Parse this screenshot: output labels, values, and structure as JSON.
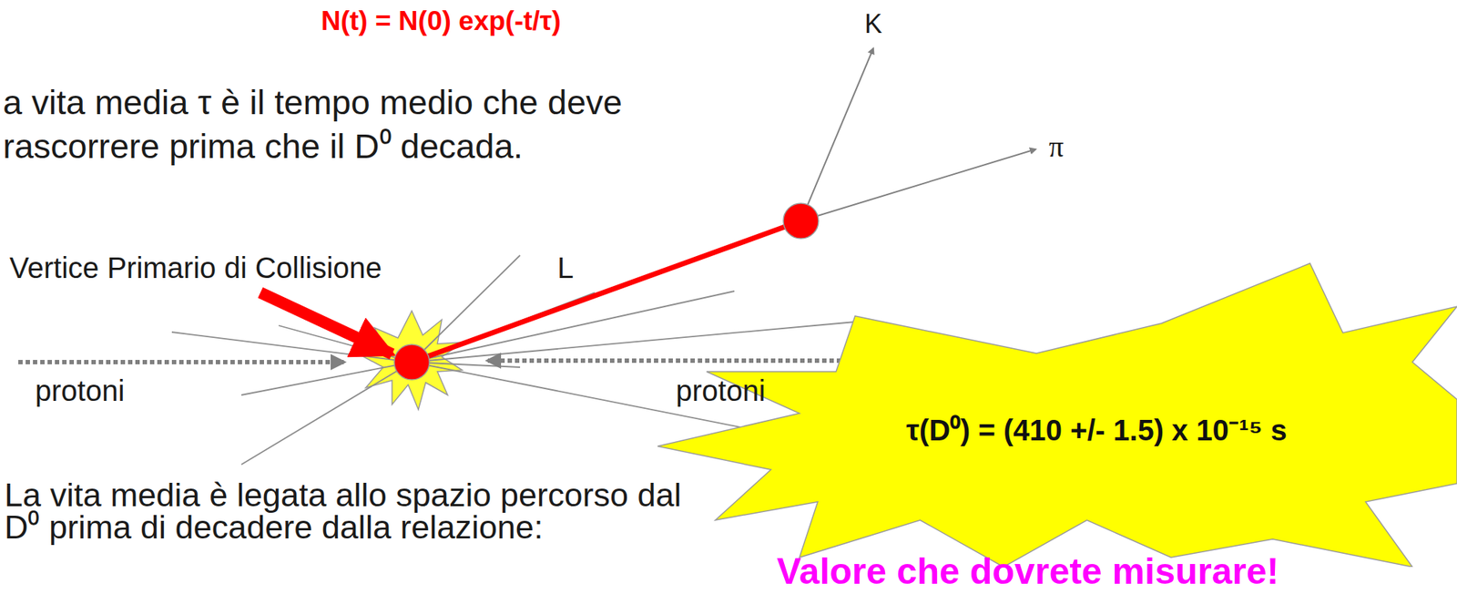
{
  "diagram": {
    "nodes": [
      {
        "text": [
          "τ(D⁰) = (410 +/- 1.5) x 10⁻¹⁵ s"
        ]
      }
    ],
    "labels": [
      "N(t) = N(0) exp(-t/τ)",
      "a vita media τ è il tempo medio che deve rascorrere prima che il D⁰ decada.",
      "K",
      "π",
      "Vertice Primario di Collisione",
      "L",
      "protoni",
      "protoni",
      "La vita media è legata allo spazio percorso dal D⁰ prima di decadere dalla relazione:",
      "Valore che dovrete misurare!"
    ]
  }
}
